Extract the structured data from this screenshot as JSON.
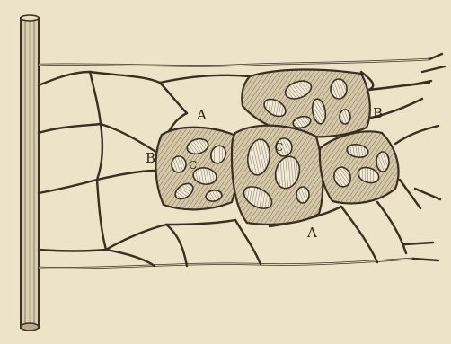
{
  "colors": {
    "paper": "#ece3c9",
    "ink": "#3a2f22",
    "cell_fill": "#d8cdb0",
    "granule_fill": "#f4eedc"
  },
  "labels": {
    "a_top": "A",
    "a_bottom": "A",
    "b_left": "B",
    "b_right": "B",
    "c_left": "C",
    "c_center": "C"
  }
}
